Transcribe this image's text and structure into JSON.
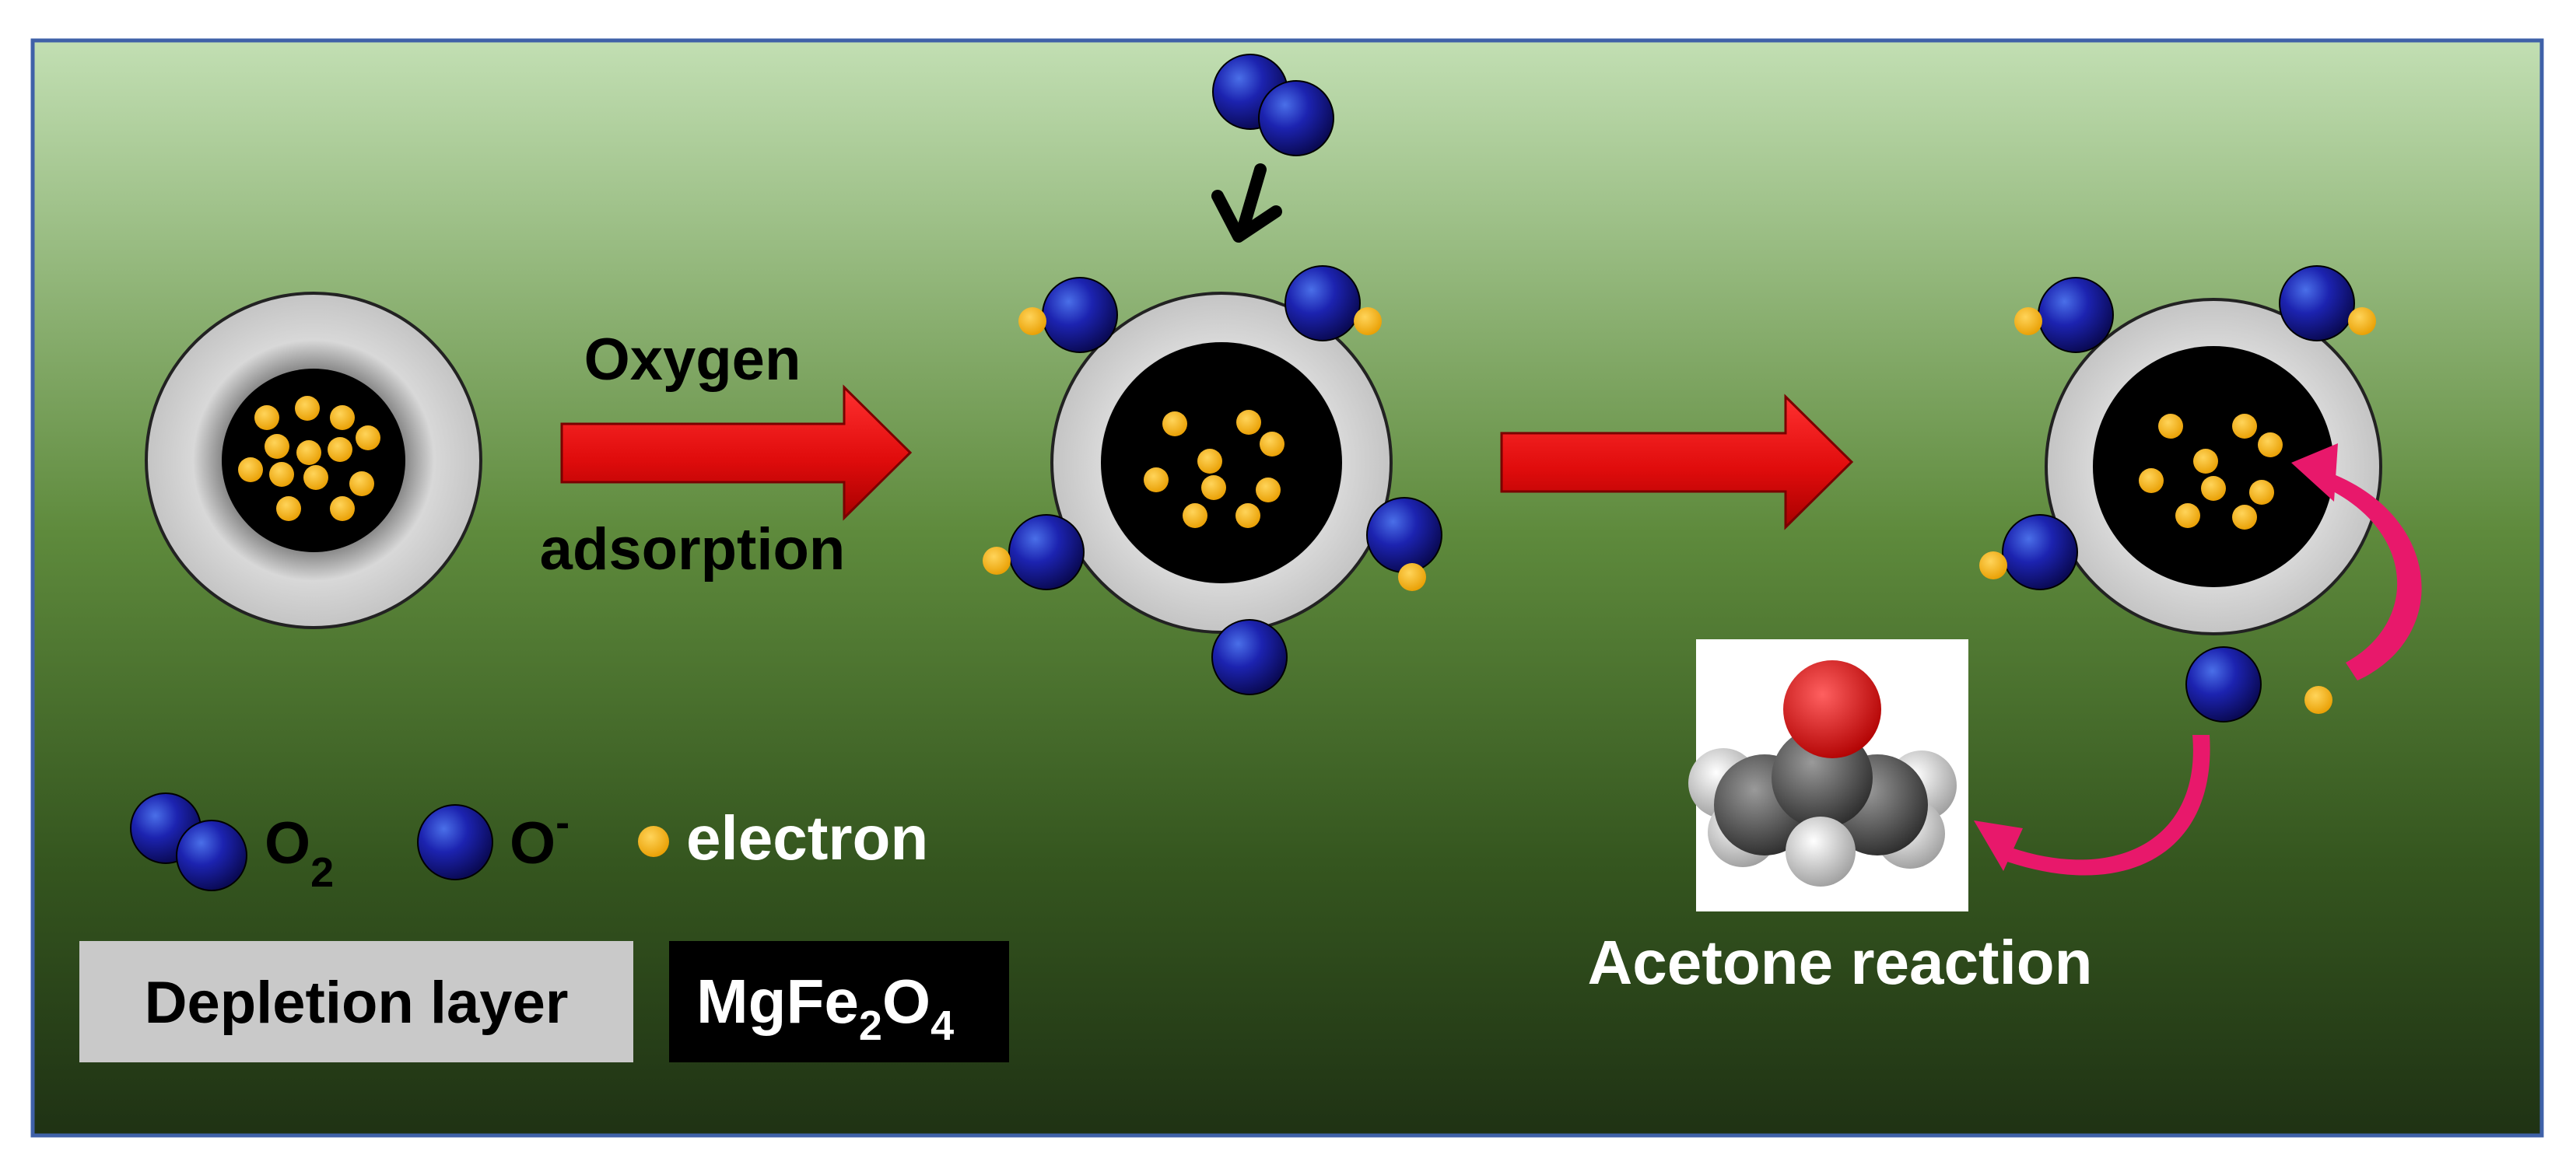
{
  "steps": {
    "oxygen_label": "Oxygen",
    "adsorption_label": "adsorption"
  },
  "legend": {
    "o2_label": "O",
    "o2_subscript": "2",
    "o_minus_label": "O",
    "o_minus_superscript": "-",
    "electron_label": "electron",
    "depletion_layer_label": "Depletion layer",
    "core_label_parts": [
      "MgFe",
      "2",
      "O",
      "4"
    ]
  },
  "acetone": {
    "caption": "Acetone reaction"
  },
  "colors": {
    "background_top": "#c2dfb3",
    "background_bottom": "#1f3214",
    "border": "#3f61a8",
    "arrow_red": "#e81010",
    "oxygen_blue": "#17188f",
    "electron_yellow": "#f7b512",
    "depletion_gray": "#cfcfcf",
    "core_black": "#000000",
    "curved_arrow_pink": "#e8186b"
  }
}
